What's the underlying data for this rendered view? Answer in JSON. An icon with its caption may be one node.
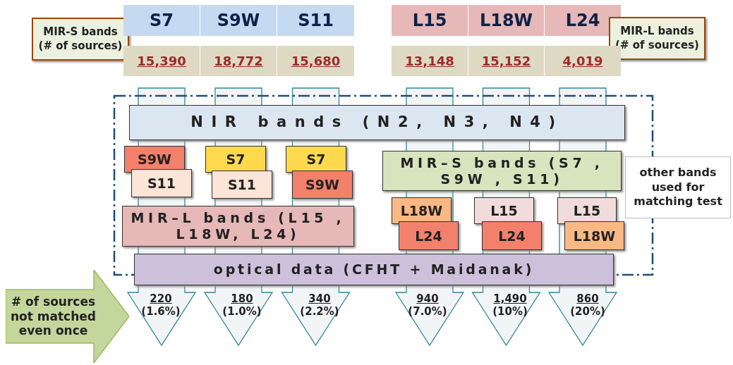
{
  "diagram": {
    "nodes": [
      {
        "text": [
          "MIR-S bands (# of sources)"
        ]
      },
      {
        "text": [
          "S7"
        ]
      },
      {
        "text": [
          "S9W"
        ]
      },
      {
        "text": [
          "S11"
        ]
      },
      {
        "text": [
          "L15"
        ]
      },
      {
        "text": [
          "L18W"
        ]
      },
      {
        "text": [
          "L24"
        ]
      },
      {
        "text": [
          "MIR-L bands (# of sources)"
        ]
      },
      {
        "text": [
          "15,390"
        ]
      },
      {
        "text": [
          "18,772"
        ]
      },
      {
        "text": [
          "15,680"
        ]
      },
      {
        "text": [
          "13,148"
        ]
      },
      {
        "text": [
          "15,152"
        ]
      },
      {
        "text": [
          "4,019"
        ]
      },
      {
        "text": [
          "NIR bands (N2, N3, N4)"
        ]
      },
      {
        "text": [
          "S9W"
        ]
      },
      {
        "text": [
          "S7"
        ]
      },
      {
        "text": [
          "S7"
        ]
      },
      {
        "text": [
          "S11"
        ]
      },
      {
        "text": [
          "S11"
        ]
      },
      {
        "text": [
          "S9W"
        ]
      },
      {
        "text": [
          "MIR–S bands (S7 , S9W , S11)"
        ]
      },
      {
        "text": [
          "other bands used for matching test"
        ]
      },
      {
        "text": [
          "MIR–L bands (L15 , L18W, L24)"
        ]
      },
      {
        "text": [
          "L18W"
        ]
      },
      {
        "text": [
          "L15"
        ]
      },
      {
        "text": [
          "L15"
        ]
      },
      {
        "text": [
          "L24"
        ]
      },
      {
        "text": [
          "L24"
        ]
      },
      {
        "text": [
          "L18W"
        ]
      },
      {
        "text": [
          "optical data (CFHT + Maidanak)"
        ]
      },
      {
        "text": [
          "# of sources not matched even once"
        ]
      },
      {
        "text": [
          "220",
          "(1.6%)"
        ]
      },
      {
        "text": [
          "180",
          "(1.0%)"
        ]
      },
      {
        "text": [
          "340",
          "(2.2%)"
        ]
      },
      {
        "text": [
          "940",
          "(7.0%)"
        ]
      },
      {
        "text": [
          "1,490",
          "(10%)"
        ]
      },
      {
        "text": [
          "860",
          "(20%)"
        ]
      }
    ],
    "edges": [
      {
        "from": 8,
        "to": 32,
        "arrow": "to"
      },
      {
        "from": 9,
        "to": 33,
        "arrow": "to"
      },
      {
        "from": 10,
        "to": 34,
        "arrow": "to"
      },
      {
        "from": 11,
        "to": 35,
        "arrow": "to"
      },
      {
        "from": 12,
        "to": 36,
        "arrow": "to"
      },
      {
        "from": 13,
        "to": 37,
        "arrow": "to"
      }
    ]
  }
}
